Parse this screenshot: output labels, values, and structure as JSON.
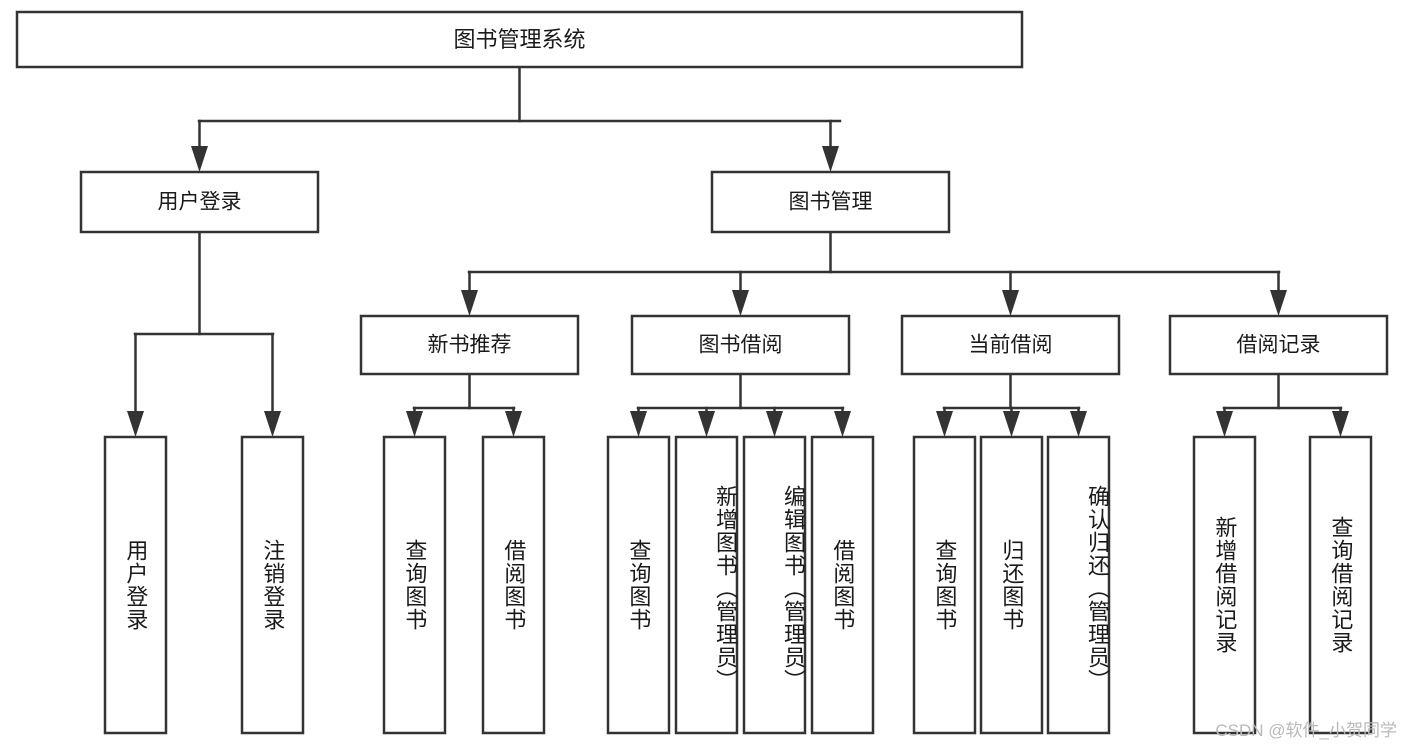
{
  "diagram": {
    "title": "图书管理系统",
    "type": "hierarchy-tree",
    "orientation": "top-down",
    "colors": {
      "box_fill": "#ffffff",
      "box_stroke": "#333333",
      "text": "#1a1a1a",
      "watermark": "#b9b9b9",
      "background": "#ffffff"
    },
    "root": {
      "label": "图书管理系统"
    },
    "level1": [
      {
        "label": "用户登录"
      },
      {
        "label": "图书管理"
      }
    ],
    "level2": [
      {
        "label": "新书推荐"
      },
      {
        "label": "图书借阅"
      },
      {
        "label": "当前借阅"
      },
      {
        "label": "借阅记录"
      }
    ],
    "leaves": {
      "user_login": [
        {
          "label": "用户登录"
        },
        {
          "label": "注销登录"
        }
      ],
      "new_book_recommend": [
        {
          "label": "查询图书"
        },
        {
          "label": "借阅图书"
        }
      ],
      "book_borrow": [
        {
          "label": "查询图书"
        },
        {
          "label": "新增图书（管理员）"
        },
        {
          "label": "编辑图书（管理员）"
        },
        {
          "label": "借阅图书"
        }
      ],
      "current_borrow": [
        {
          "label": "查询图书"
        },
        {
          "label": "归还图书"
        },
        {
          "label": "确认归还（管理员）"
        }
      ],
      "borrow_record": [
        {
          "label": "新增借阅记录"
        },
        {
          "label": "查询借阅记录"
        }
      ]
    },
    "watermark": "CSDN @软件_小贺同学"
  }
}
